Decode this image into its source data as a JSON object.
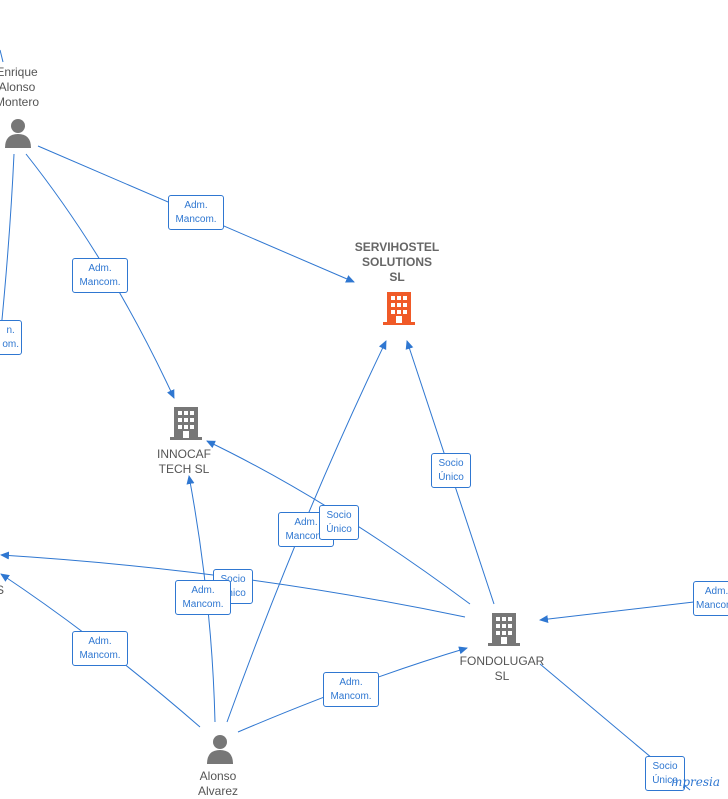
{
  "colors": {
    "edge": "#2f77d1",
    "company": "#777777",
    "main_company": "#f05a28",
    "person": "#777777"
  },
  "nodes": {
    "enrique": {
      "label": "Enrique\nAlonso\nMontero",
      "type": "person"
    },
    "servihostel": {
      "label": "SERVIHOSTEL\nSOLUTIONS\nSL",
      "type": "main-company"
    },
    "innocaf": {
      "label": "INNOCAF\nTECH  SL",
      "type": "company"
    },
    "fondolugar": {
      "label": "FONDOLUGAR\nSL",
      "type": "company"
    },
    "alonso": {
      "label": "Alonso\nAlvarez",
      "type": "person"
    },
    "left_partial": {
      "label": "S",
      "type": "company"
    }
  },
  "edge_labels": {
    "e1": "Adm.\nMancom.",
    "e2": "Adm.\nMancom.",
    "e3": "n.\nom.",
    "e4": "Socio\nÚnico",
    "e5": "Adm.\nMancom.",
    "e6": "Socio\nÚnico",
    "e7": "Socio\nÚnico",
    "e8": "Adm.\nMancom.",
    "e9": "Adm.\nMancom.",
    "e10": "Adm.\nMancom.",
    "e11": "Adm.\nMancom.",
    "e12": "Socio\nÚnico"
  },
  "watermark": "mpresia"
}
